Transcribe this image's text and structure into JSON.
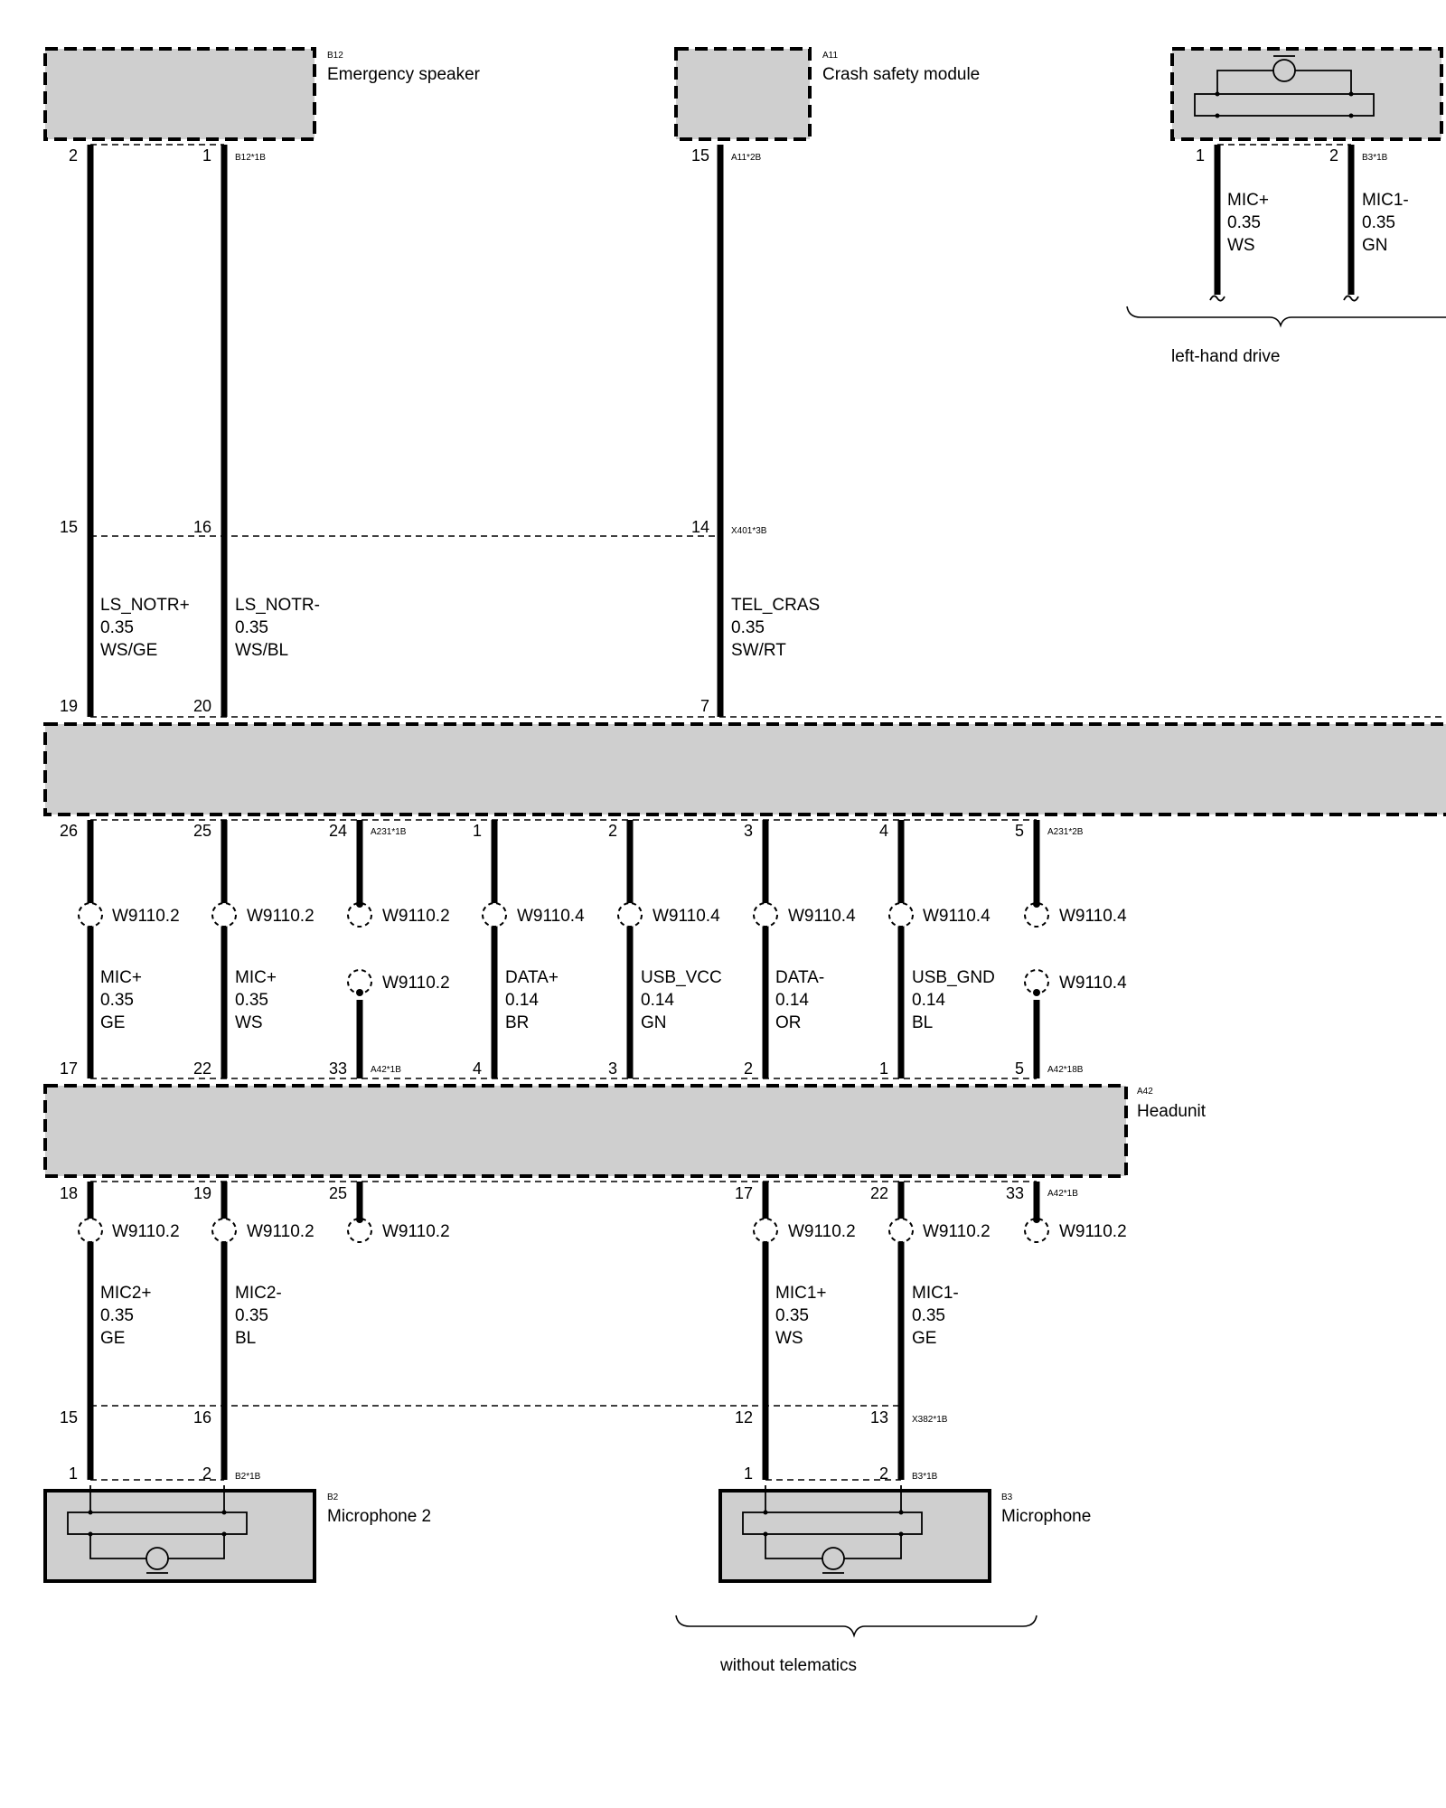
{
  "components": {
    "b12": {
      "code": "B12",
      "name": "Emergency speaker"
    },
    "a11": {
      "code": "A11",
      "name": "Crash safety module"
    },
    "a42": {
      "code": "A42",
      "name": "Headunit"
    },
    "b2": {
      "code": "B2",
      "name": "Microphone 2"
    },
    "b3": {
      "code": "B3",
      "name": "Microphone"
    }
  },
  "connectors": {
    "b12_1b": "B12*1B",
    "a11_2b": "A11*2B",
    "b3_1b_top": "B3*1B",
    "x401_3b": "X401*3B",
    "a231_1b": "A231*1B",
    "a231_2b": "A231*2B",
    "a42_1b_top": "A42*1B",
    "a42_18b": "A42*18B",
    "a42_1b_bot": "A42*1B",
    "x382_1b": "X382*1B",
    "b2_1b": "B2*1B",
    "b3_1b_bot": "B3*1B"
  },
  "notes": {
    "lhd": "left-hand drive",
    "no_telematics": "without telematics"
  },
  "pins": {
    "b12_2": "2",
    "b12_1": "1",
    "a11_15": "15",
    "b3t_1": "1",
    "b3t_2": "2",
    "x401_15": "15",
    "x401_16": "16",
    "x401_14": "14",
    "m_19": "19",
    "m_20": "20",
    "m_7": "7",
    "m_26": "26",
    "m_25": "25",
    "m_24": "24",
    "m_1": "1",
    "m_2": "2",
    "m_3": "3",
    "m_4": "4",
    "m_5": "5",
    "h_17": "17",
    "h_22": "22",
    "h_33": "33",
    "h_4": "4",
    "h_3": "3",
    "h_2": "2",
    "h_1": "1",
    "h_5": "5",
    "hb_18": "18",
    "hb_19": "19",
    "hb_25": "25",
    "hb_17": "17",
    "hb_22": "22",
    "hb_33": "33",
    "x382_15": "15",
    "x382_16": "16",
    "x382_12": "12",
    "x382_13": "13",
    "b2_1": "1",
    "b2_2": "2",
    "b3_1": "1",
    "b3_2": "2"
  },
  "wires": {
    "lhd_mic_p": {
      "signal": "MIC+",
      "size": "0.35",
      "color": "WS"
    },
    "lhd_mic1_m": {
      "signal": "MIC1-",
      "size": "0.35",
      "color": "GN"
    },
    "ls_notr_p": {
      "signal": "LS_NOTR+",
      "size": "0.35",
      "color": "WS/GE"
    },
    "ls_notr_m": {
      "signal": "LS_NOTR-",
      "size": "0.35",
      "color": "WS/BL"
    },
    "tel_cras": {
      "signal": "TEL_CRAS",
      "size": "0.35",
      "color": "SW/RT"
    },
    "mic_p_ge": {
      "signal": "MIC+",
      "size": "0.35",
      "color": "GE"
    },
    "mic_p_ws": {
      "signal": "MIC+",
      "size": "0.35",
      "color": "WS"
    },
    "data_p": {
      "signal": "DATA+",
      "size": "0.14",
      "color": "BR"
    },
    "usb_vcc": {
      "signal": "USB_VCC",
      "size": "0.14",
      "color": "GN"
    },
    "data_m": {
      "signal": "DATA-",
      "size": "0.14",
      "color": "OR"
    },
    "usb_gnd": {
      "signal": "USB_GND",
      "size": "0.14",
      "color": "BL"
    },
    "mic2_p": {
      "signal": "MIC2+",
      "size": "0.35",
      "color": "GE"
    },
    "mic2_m": {
      "signal": "MIC2-",
      "size": "0.35",
      "color": "BL"
    },
    "mic1_p": {
      "signal": "MIC1+",
      "size": "0.35",
      "color": "WS"
    },
    "mic1_m": {
      "signal": "MIC1-",
      "size": "0.35",
      "color": "GE"
    }
  },
  "shields": {
    "s1": "W9110.2",
    "s2": "W9110.2",
    "s3": "W9110.2",
    "s4": "W9110.4",
    "s5": "W9110.4",
    "s6": "W9110.4",
    "s7": "W9110.4",
    "s8": "W9110.4",
    "s9": "W9110.2",
    "s10": "W9110.4",
    "s11": "W9110.2",
    "s12": "W9110.2",
    "s13": "W9110.2",
    "s14": "W9110.2",
    "s15": "W9110.2",
    "s16": "W9110.2"
  }
}
